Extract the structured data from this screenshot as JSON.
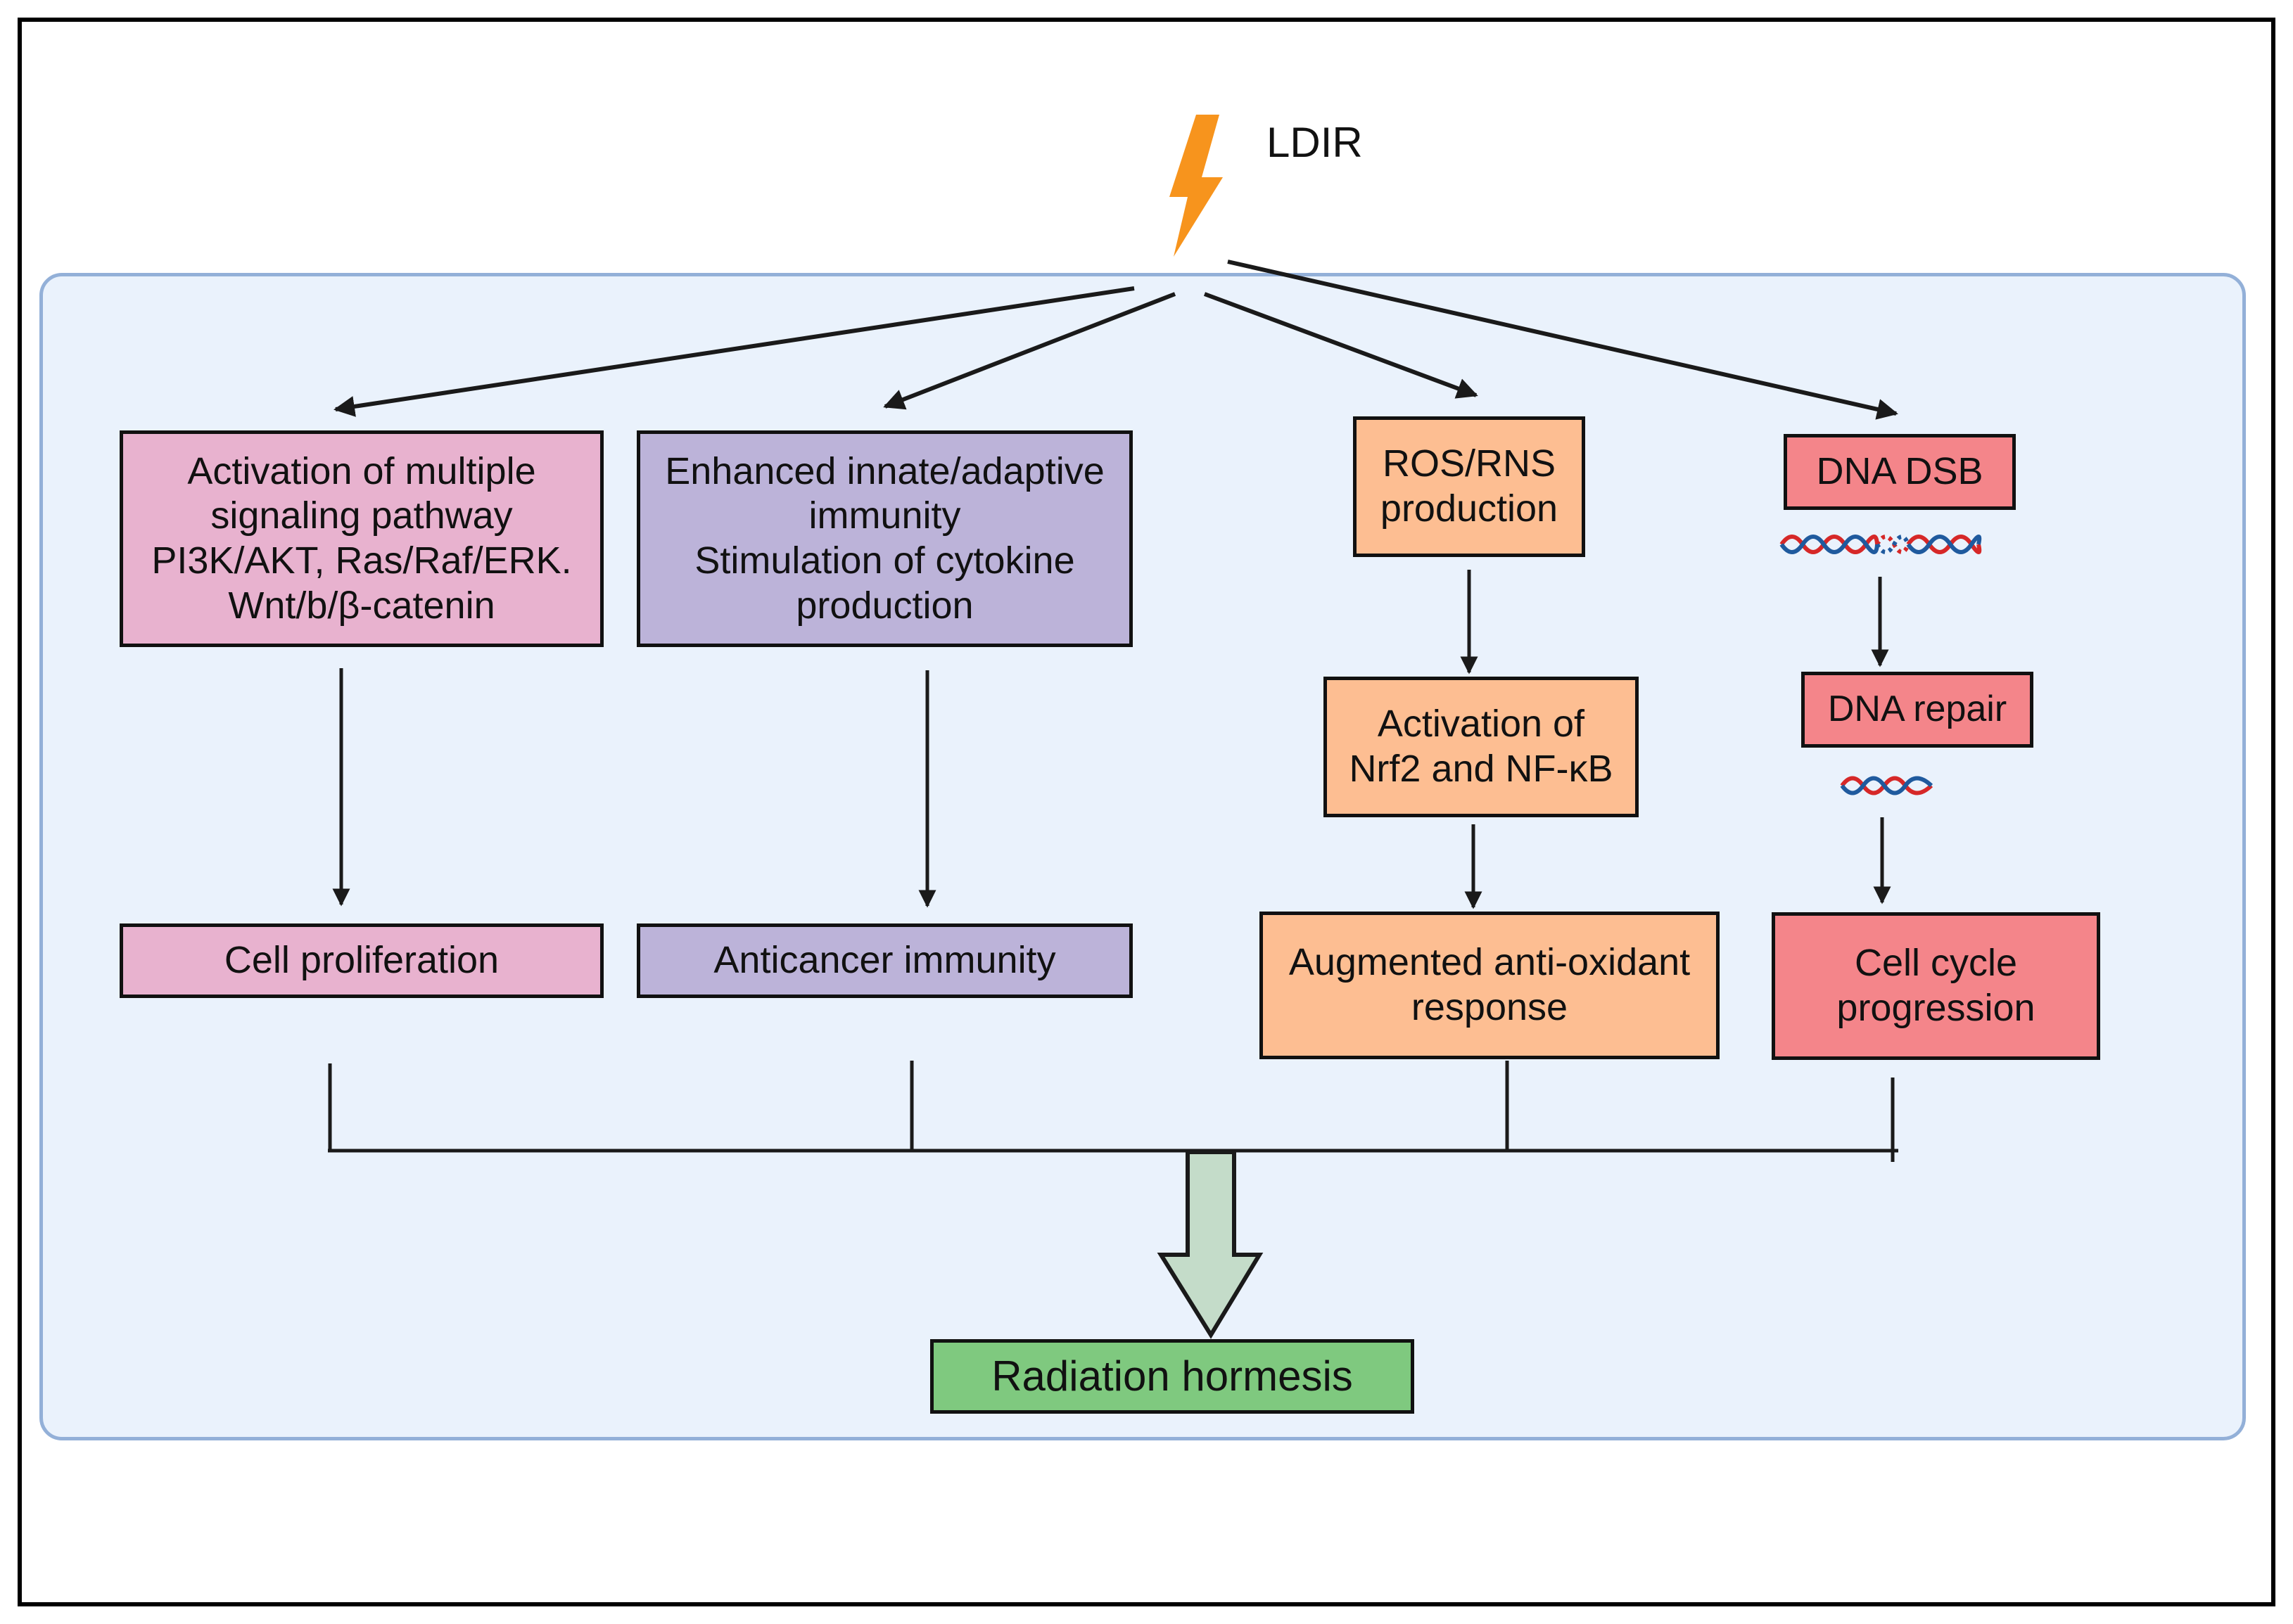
{
  "trigger": {
    "label": "LDIR",
    "icon": "lightning-bolt-icon",
    "icon_color": "#f7941d"
  },
  "columns": [
    {
      "id": "signaling",
      "color": "#e8b2cf",
      "steps": [
        "Activation of multiple\nsignaling pathway\nPI3K/AKT, Ras/Raf/ERK.\nWnt/b/β-catenin",
        "Cell proliferation"
      ]
    },
    {
      "id": "immunity",
      "color": "#bcb3d9",
      "steps": [
        "Enhanced innate/adaptive\nimmunity\nStimulation of cytokine\nproduction",
        "Anticancer immunity"
      ]
    },
    {
      "id": "oxidative",
      "color": "#fdbe92",
      "steps": [
        "ROS/RNS\nproduction",
        "Activation of\nNrf2 and NF-κB",
        "Augmented anti-oxidant\nresponse"
      ]
    },
    {
      "id": "dna",
      "color": "#f4858a",
      "steps": [
        "DNA DSB",
        "DNA repair",
        "Cell cycle\nprogression"
      ],
      "icons": [
        "broken-dna-helix-icon",
        "repaired-dna-helix-icon"
      ]
    }
  ],
  "outcome": {
    "label": "Radiation hormesis",
    "color": "#7fc97f"
  },
  "colors": {
    "panel_fill": "#eaf2fc",
    "panel_border": "#93b0d8",
    "arrow": "#1a1a1a",
    "big_arrow_fill": "#c4dcc9",
    "dna_red": "#d62828",
    "dna_blue": "#1f5a9e"
  }
}
